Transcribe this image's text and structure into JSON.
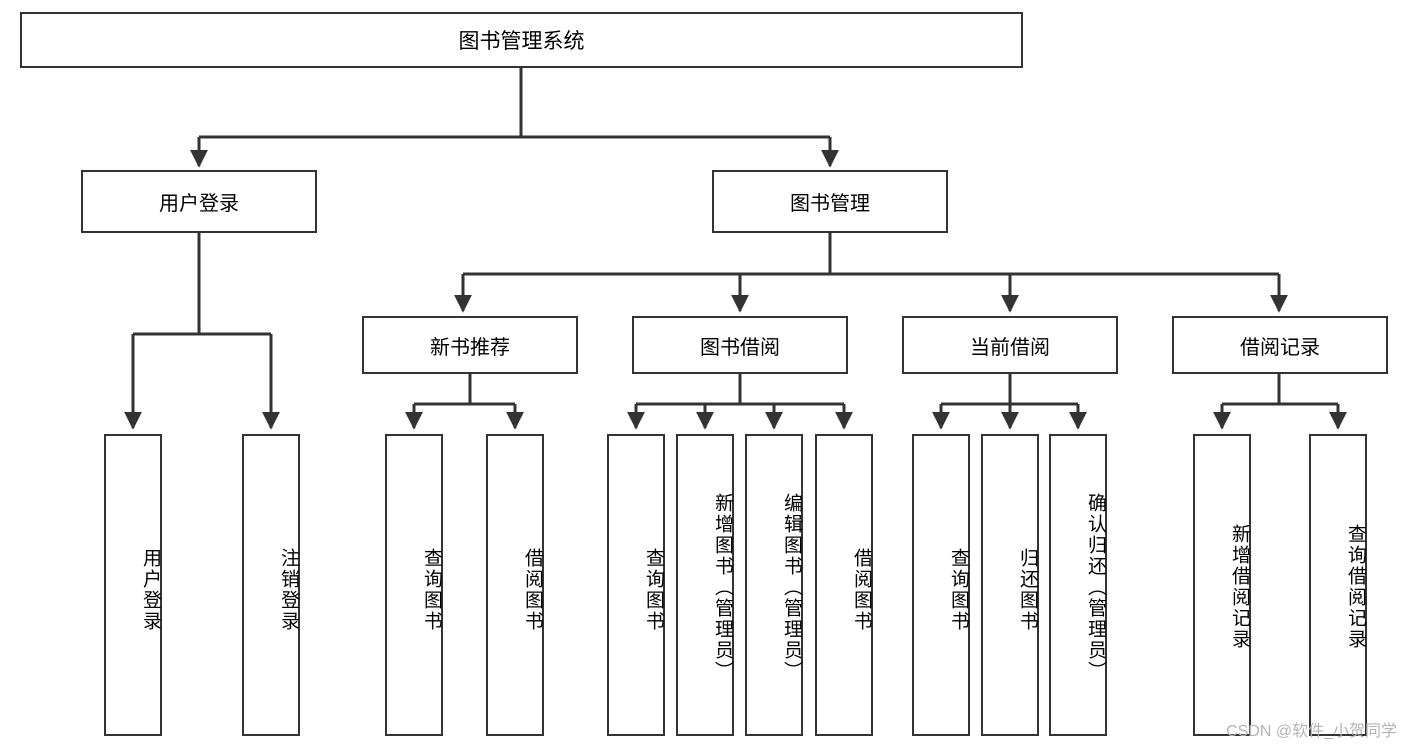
{
  "diagram": {
    "type": "tree-hierarchy-chart",
    "title": "图书管理系统",
    "watermark": "CSDN @软件_小贺同学",
    "colors": {
      "box_border": "#333333",
      "box_fill": "#ffffff",
      "connector": "#333333",
      "watermark": "#b4b4b4",
      "background": "#ffffff"
    },
    "nodes": {
      "root": {
        "label": "图书管理系统"
      },
      "level2": [
        {
          "id": "user-login",
          "label": "用户登录"
        },
        {
          "id": "book-management",
          "label": "图书管理"
        }
      ],
      "level3": [
        {
          "id": "new-book-recommend",
          "label": "新书推荐"
        },
        {
          "id": "book-borrow",
          "label": "图书借阅"
        },
        {
          "id": "current-borrow",
          "label": "当前借阅"
        },
        {
          "id": "borrow-record",
          "label": "借阅记录"
        }
      ],
      "leaves": {
        "user-login": [
          {
            "id": "leaf-user-login",
            "label": "用户登录"
          },
          {
            "id": "leaf-logout",
            "label": "注销登录"
          }
        ],
        "new-book-recommend": [
          {
            "id": "leaf-query-book-1",
            "label": "查询图书"
          },
          {
            "id": "leaf-borrow-book-1",
            "label": "借阅图书"
          }
        ],
        "book-borrow": [
          {
            "id": "leaf-query-book-2",
            "label": "查询图书"
          },
          {
            "id": "leaf-add-book",
            "label": "新增图书（管理员）"
          },
          {
            "id": "leaf-edit-book",
            "label": "编辑图书（管理员）"
          },
          {
            "id": "leaf-borrow-book-2",
            "label": "借阅图书"
          }
        ],
        "current-borrow": [
          {
            "id": "leaf-query-book-3",
            "label": "查询图书"
          },
          {
            "id": "leaf-return-book",
            "label": "归还图书"
          },
          {
            "id": "leaf-confirm-return",
            "label": "确认归还（管理员）"
          }
        ],
        "borrow-record": [
          {
            "id": "leaf-add-record",
            "label": "新增借阅记录"
          },
          {
            "id": "leaf-query-record",
            "label": "查询借阅记录"
          }
        ]
      }
    },
    "edges": [
      {
        "from": "图书管理系统",
        "to": "用户登录"
      },
      {
        "from": "图书管理系统",
        "to": "图书管理"
      },
      {
        "from": "用户登录",
        "to": "用户登录"
      },
      {
        "from": "用户登录",
        "to": "注销登录"
      },
      {
        "from": "图书管理",
        "to": "新书推荐"
      },
      {
        "from": "图书管理",
        "to": "图书借阅"
      },
      {
        "from": "图书管理",
        "to": "当前借阅"
      },
      {
        "from": "图书管理",
        "to": "借阅记录"
      },
      {
        "from": "新书推荐",
        "to": "查询图书"
      },
      {
        "from": "新书推荐",
        "to": "借阅图书"
      },
      {
        "from": "图书借阅",
        "to": "查询图书"
      },
      {
        "from": "图书借阅",
        "to": "新增图书（管理员）"
      },
      {
        "from": "图书借阅",
        "to": "编辑图书（管理员）"
      },
      {
        "from": "图书借阅",
        "to": "借阅图书"
      },
      {
        "from": "当前借阅",
        "to": "查询图书"
      },
      {
        "from": "当前借阅",
        "to": "归还图书"
      },
      {
        "from": "当前借阅",
        "to": "确认归还（管理员）"
      },
      {
        "from": "借阅记录",
        "to": "新增借阅记录"
      },
      {
        "from": "借阅记录",
        "to": "查询借阅记录"
      }
    ]
  }
}
